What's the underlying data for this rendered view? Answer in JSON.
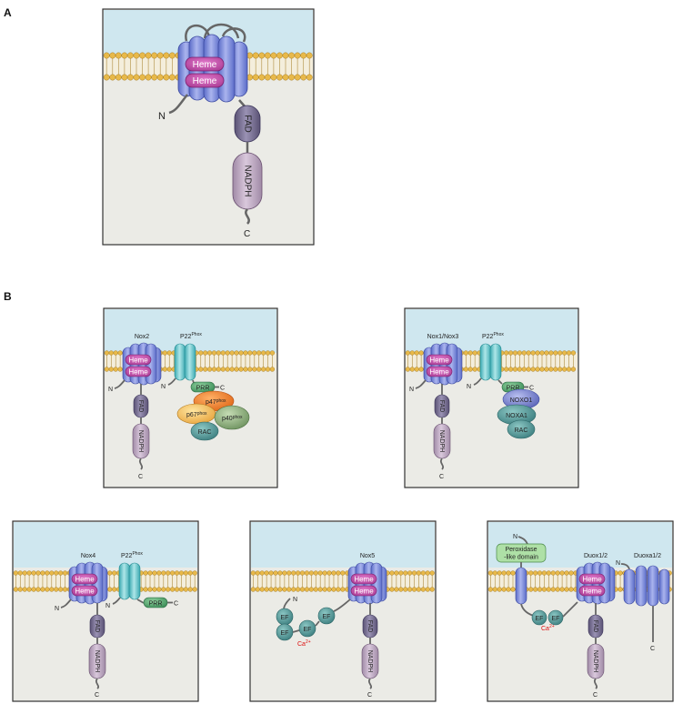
{
  "panel_a": {
    "label": "A",
    "heme_1": "Heme",
    "heme_2": "Heme",
    "n_term": "N",
    "fad": "FAD",
    "nadph": "NADPH",
    "c_term": "C"
  },
  "panel_b": {
    "label": "B",
    "nox2": {
      "title": "Nox2",
      "p22": "P22",
      "p22_sup": "Phox",
      "heme_1": "Heme",
      "heme_2": "Heme",
      "n_nox": "N",
      "n_p22": "N",
      "fad": "FAD",
      "nadph": "NADPH",
      "c_term": "C",
      "prr": "PRR",
      "prr_c": "C",
      "p47": "p47",
      "p47_sup": "phox",
      "p67": "p67",
      "p67_sup": "phox",
      "p40": "p40",
      "p40_sup": "phox",
      "rac": "RAC"
    },
    "nox1": {
      "title": "Nox1/Nox3",
      "p22": "P22",
      "p22_sup": "Phox",
      "heme_1": "Heme",
      "heme_2": "Heme",
      "n_nox": "N",
      "n_p22": "N",
      "fad": "FAD",
      "nadph": "NADPH",
      "c_term": "C",
      "prr": "PRR",
      "prr_c": "C",
      "noxo1": "NOXO1",
      "noxa1": "NOXA1",
      "rac": "RAC"
    },
    "nox4": {
      "title": "Nox4",
      "p22": "P22",
      "p22_sup": "Phox",
      "heme_1": "Heme",
      "heme_2": "Heme",
      "n_nox": "N",
      "n_p22": "N",
      "fad": "FAD",
      "nadph": "NADPH",
      "c_term": "C",
      "prr": "PRR",
      "prr_c": "C"
    },
    "nox5": {
      "title": "Nox5",
      "heme_1": "Heme",
      "heme_2": "Heme",
      "n_term": "N",
      "ef_1": "EF",
      "ef_2": "EF",
      "ef_3": "EF",
      "ef_4": "EF",
      "ca": "Ca",
      "ca_sup": "2+",
      "fad": "FAD",
      "nadph": "NADPH",
      "c_term": "C"
    },
    "duox": {
      "title": "Duox1/2",
      "title2": "Duoxa1/2",
      "n_term": "N",
      "n_duoxa": "N",
      "peroxidase_1": "Peroxidase",
      "peroxidase_2": "-like domain",
      "heme_1": "Heme",
      "heme_2": "Heme",
      "ef_1": "EF",
      "ef_2": "EF",
      "ca": "Ca",
      "ca_sup": "2+",
      "fad": "FAD",
      "nadph": "NADPH",
      "c_term": "C",
      "c_duoxa": "C"
    }
  }
}
